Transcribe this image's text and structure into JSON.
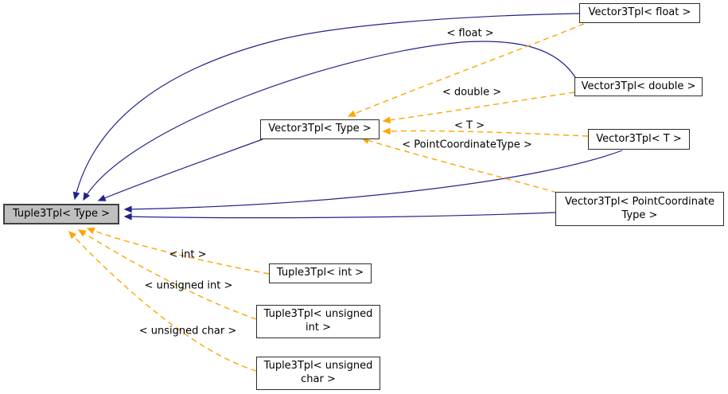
{
  "diagram": {
    "kind": "class-template-graph",
    "colors": {
      "background": "#ffffff",
      "inheritance_edge": "#22228c",
      "template_instantiation_edge": "#ffa500",
      "selected_node_fill": "#bfbfbf",
      "node_fill": "#ffffff",
      "node_border": "#2b2b2b",
      "text": "#000000"
    },
    "nodes": {
      "tuple3tpl_type": {
        "label": "Tuple3Tpl< Type >"
      },
      "vector3tpl_type": {
        "label": "Vector3Tpl< Type >"
      },
      "vector3tpl_float": {
        "label": "Vector3Tpl< float >"
      },
      "vector3tpl_double": {
        "label": "Vector3Tpl< double >"
      },
      "vector3tpl_t": {
        "label": "Vector3Tpl< T >"
      },
      "vector3tpl_pct": {
        "lines": [
          "Vector3Tpl< PointCoordinate",
          "Type >"
        ]
      },
      "tuple3tpl_int": {
        "label": "Tuple3Tpl< int >"
      },
      "tuple3tpl_uint": {
        "lines": [
          "Tuple3Tpl< unsigned",
          "int >"
        ]
      },
      "tuple3tpl_uchar": {
        "lines": [
          "Tuple3Tpl< unsigned",
          "char >"
        ]
      }
    },
    "edge_labels": {
      "float": "< float >",
      "double": "< double >",
      "t": "< T >",
      "pct": "< PointCoordinateType >",
      "int": "< int >",
      "uint": "< unsigned int >",
      "uchar": "< unsigned char >"
    }
  }
}
